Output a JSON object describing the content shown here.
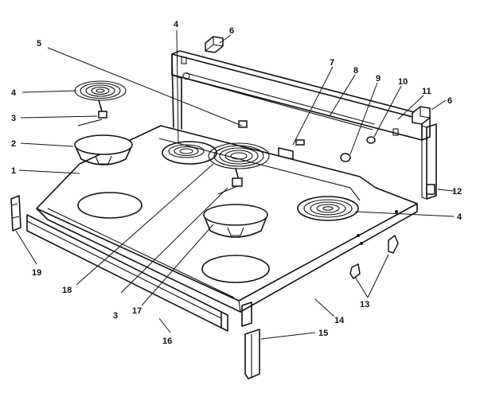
{
  "diagram": {
    "callouts": [
      {
        "id": "c1",
        "text": "1"
      },
      {
        "id": "c2",
        "text": "2"
      },
      {
        "id": "c3a",
        "text": "3"
      },
      {
        "id": "c3b",
        "text": "3"
      },
      {
        "id": "c4a",
        "text": "4"
      },
      {
        "id": "c4b",
        "text": "4"
      },
      {
        "id": "c4c",
        "text": "4"
      },
      {
        "id": "c5",
        "text": "5"
      },
      {
        "id": "c6a",
        "text": "6"
      },
      {
        "id": "c6b",
        "text": "6"
      },
      {
        "id": "c7",
        "text": "7"
      },
      {
        "id": "c8",
        "text": "8"
      },
      {
        "id": "c9",
        "text": "9"
      },
      {
        "id": "c10",
        "text": "10"
      },
      {
        "id": "c11",
        "text": "11"
      },
      {
        "id": "c12",
        "text": "12"
      },
      {
        "id": "c13",
        "text": "13"
      },
      {
        "id": "c14",
        "text": "14"
      },
      {
        "id": "c15",
        "text": "15"
      },
      {
        "id": "c16",
        "text": "16"
      },
      {
        "id": "c17",
        "text": "17"
      },
      {
        "id": "c18",
        "text": "18"
      },
      {
        "id": "c19",
        "text": "19"
      }
    ]
  }
}
